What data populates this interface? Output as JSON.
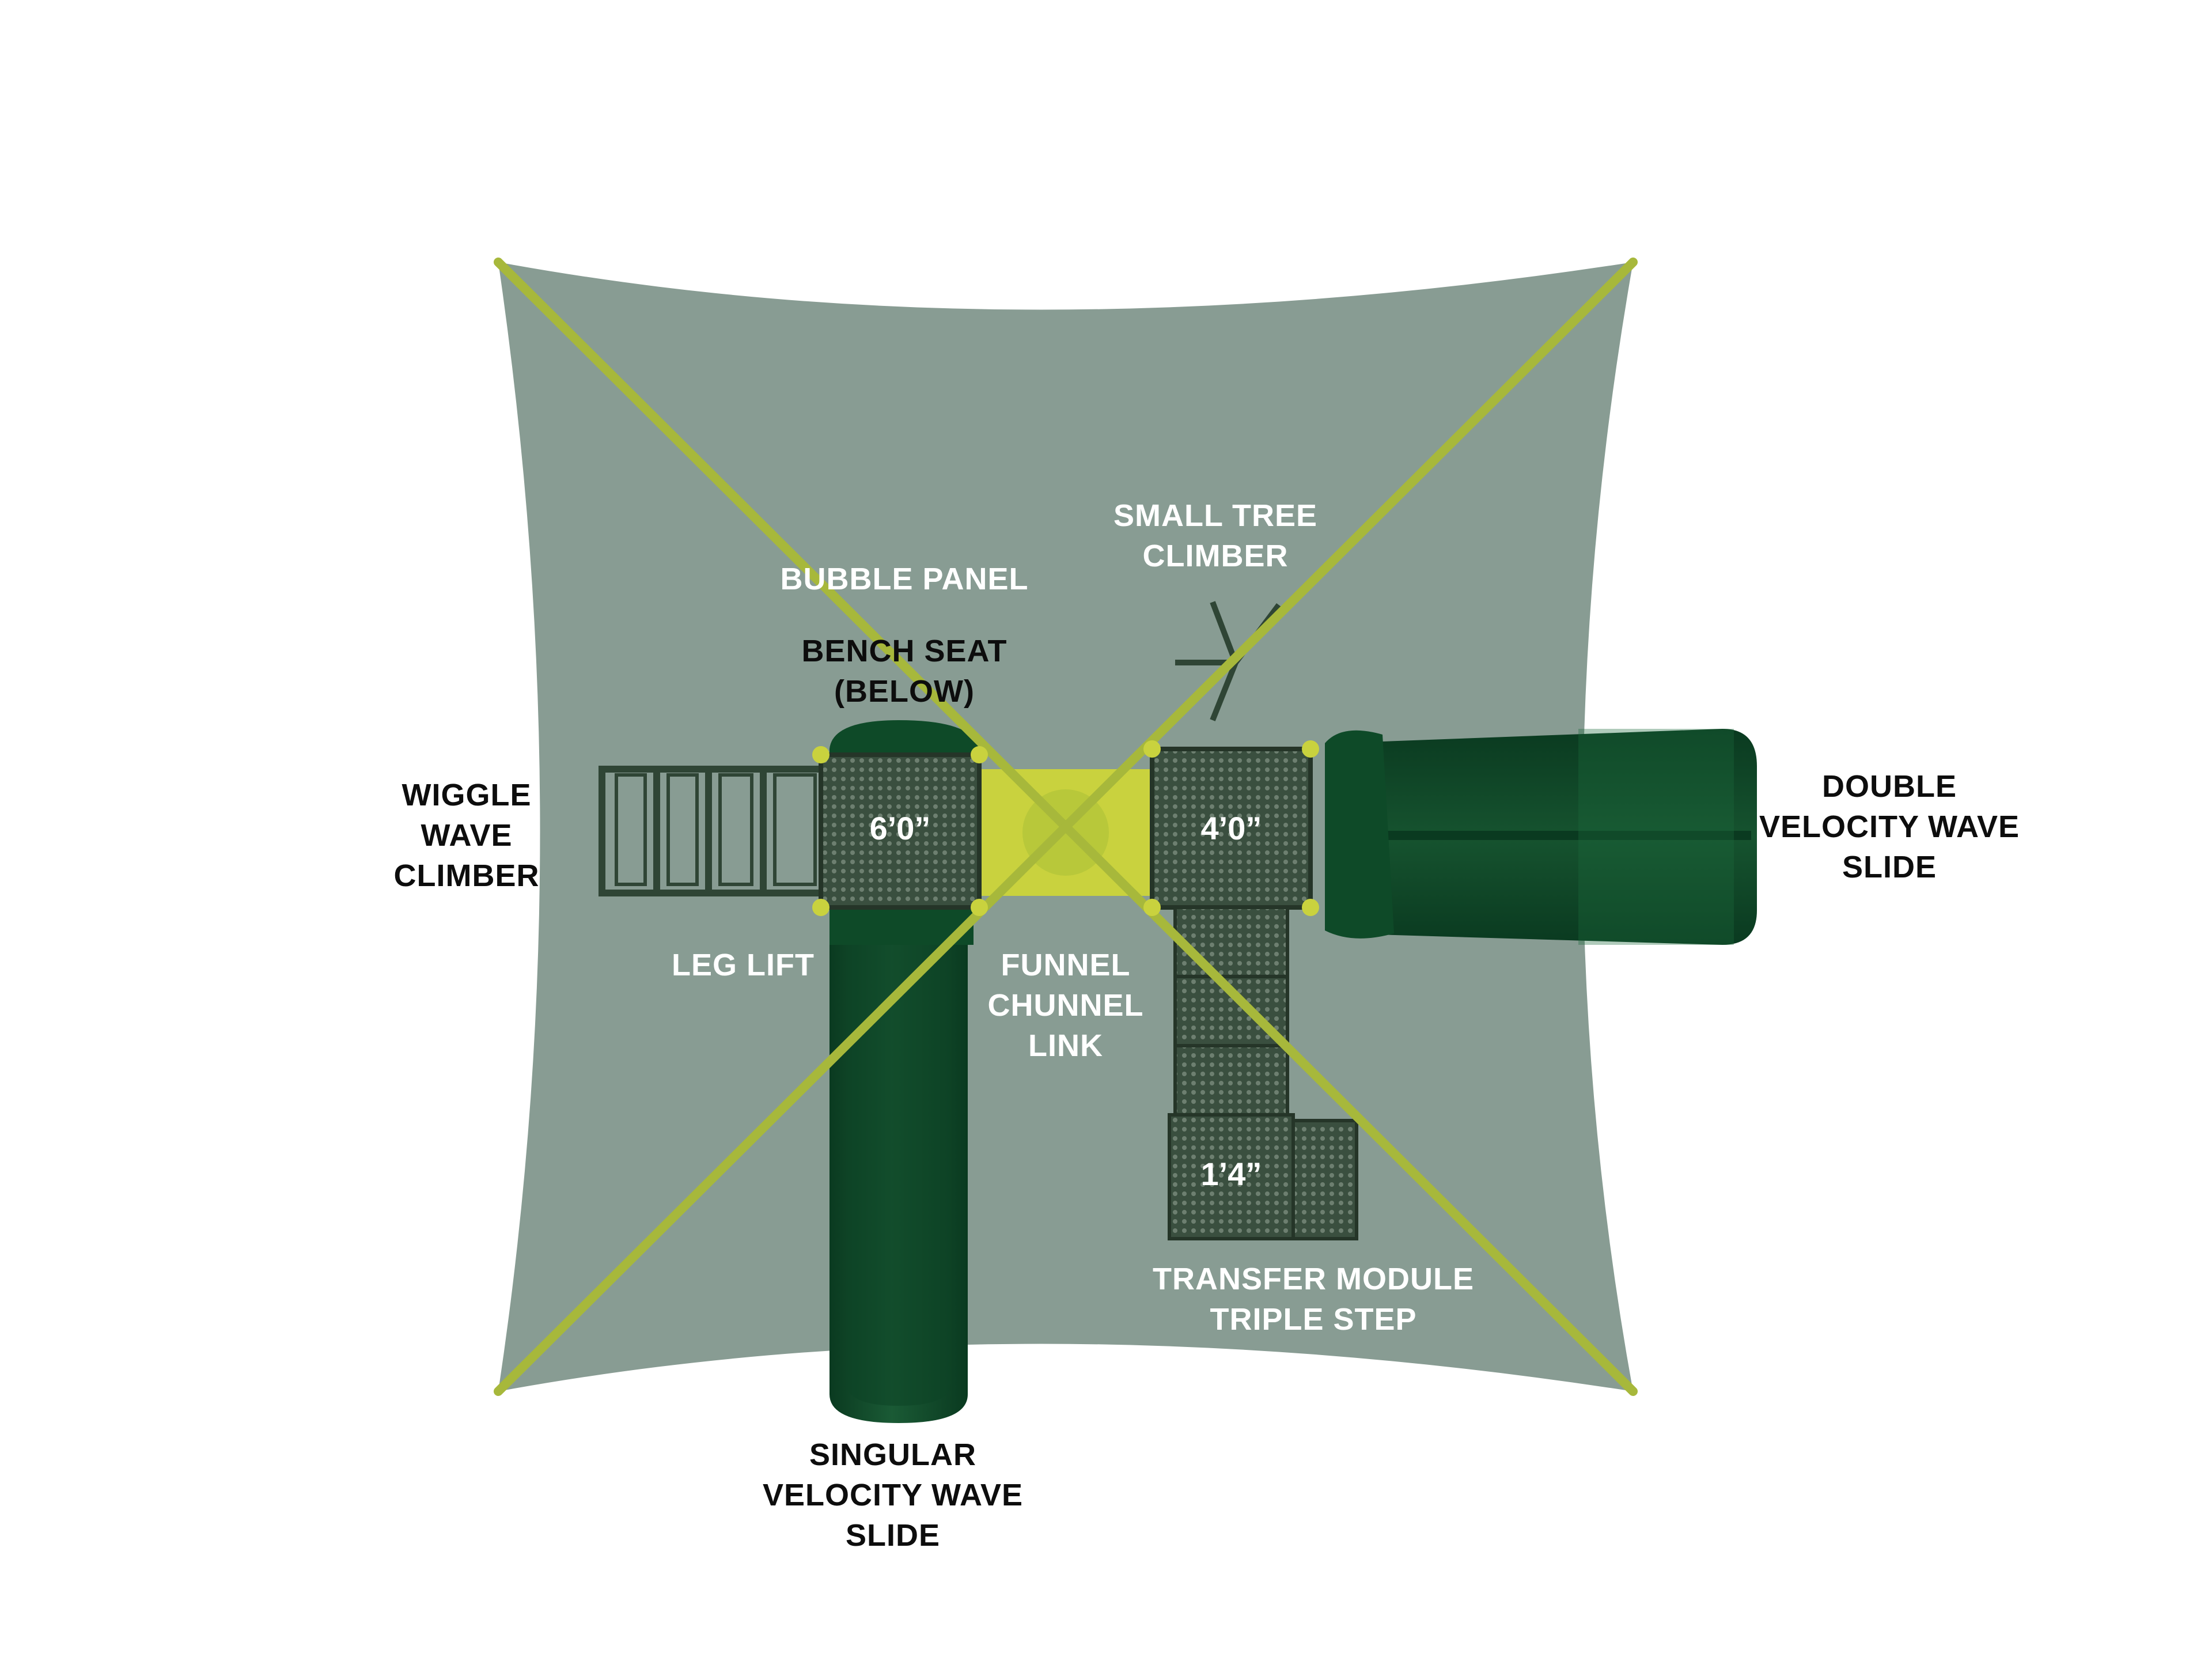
{
  "colors": {
    "background": "#ffffff",
    "canopy": "#84998f",
    "canopy_pole": "#a7b83b",
    "slide": "#0f4a2a",
    "deck": "#3a4f3f",
    "tunnel": "#c9d23e"
  },
  "labels": {
    "small_tree_climber": [
      "SMALL TREE",
      "CLIMBER"
    ],
    "bubble_panel": [
      "BUBBLE PANEL"
    ],
    "bench_seat": [
      "BENCH SEAT",
      "(BELOW)"
    ],
    "wiggle_wave_climber": [
      "WIGGLE",
      "WAVE",
      "CLIMBER"
    ],
    "double_velocity_wave_slide": [
      "DOUBLE",
      "VELOCITY WAVE",
      "SLIDE"
    ],
    "leg_lift": [
      "LEG LIFT"
    ],
    "funnel_chunnel_link": [
      "FUNNEL",
      "CHUNNEL",
      "LINK"
    ],
    "transfer_module": [
      "TRANSFER MODULE",
      "TRIPLE STEP"
    ],
    "singular_velocity_wave_slide": [
      "SINGULAR",
      "VELOCITY WAVE",
      "SLIDE"
    ]
  },
  "decks": {
    "left_height": "6’0”",
    "right_height": "4’0”",
    "transfer_height": "1’4”"
  }
}
